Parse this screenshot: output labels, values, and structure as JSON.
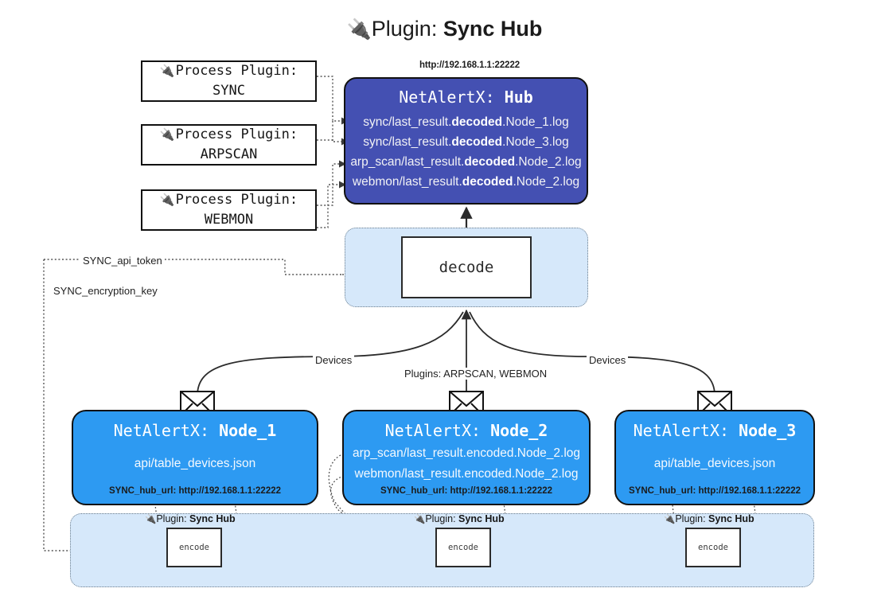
{
  "title": {
    "icon": "plug-icon",
    "prefix": "Plugin: ",
    "name": "Sync Hub"
  },
  "colors": {
    "hub_fill": "#4450b2",
    "node_fill": "#2d9af2",
    "cluster_fill": "#d6e8fa",
    "stroke": "#111111",
    "page_bg": "#ffffff"
  },
  "process_plugins": [
    {
      "icon": "plug-icon",
      "line1": "Process Plugin:",
      "line2": "SYNC"
    },
    {
      "icon": "plug-icon",
      "line1": "Process Plugin:",
      "line2": "ARPSCAN"
    },
    {
      "icon": "plug-icon",
      "line1": "Process Plugin:",
      "line2": "WEBMON"
    }
  ],
  "hub": {
    "url": "http://192.168.1.1:22222",
    "title_prefix": "NetAlertX: ",
    "title_name": "Hub",
    "logs": [
      {
        "pre": "sync/last_result.",
        "mid": "decoded",
        "post": ".Node_1.log"
      },
      {
        "pre": "sync/last_result.",
        "mid": "decoded",
        "post": ".Node_3.log"
      },
      {
        "pre": "arp_scan/last_result.",
        "mid": "decoded",
        "post": ".Node_2.log"
      },
      {
        "pre": "webmon/last_result.",
        "mid": "decoded",
        "post": ".Node_2.log"
      }
    ]
  },
  "decode": {
    "label": "decode"
  },
  "secrets": {
    "api_token": "SYNC_api_token",
    "encryption_key": "SYNC_encryption_key"
  },
  "edges": {
    "devices_left": "Devices",
    "devices_right": "Devices",
    "plugins_mid": "Plugins: ARPSCAN, WEBMON"
  },
  "nodes": [
    {
      "title_prefix": "NetAlertX: ",
      "title_name": "Node_1",
      "lines": [
        "api/table_devices.json"
      ],
      "footer": "SYNC_hub_url: http://192.168.1.1:22222",
      "mail_icon": "envelope-icon"
    },
    {
      "title_prefix": "NetAlertX: ",
      "title_name": "Node_2",
      "lines": [
        "arp_scan/last_result.encoded.Node_2.log",
        "webmon/last_result.encoded.Node_2.log"
      ],
      "footer": "SYNC_hub_url: http://192.168.1.1:22222",
      "mail_icon": "envelope-icon"
    },
    {
      "title_prefix": "NetAlertX: ",
      "title_name": "Node_3",
      "lines": [
        "api/table_devices.json"
      ],
      "footer": "SYNC_hub_url: http://192.168.1.1:22222",
      "mail_icon": "envelope-icon"
    }
  ],
  "encoders": [
    {
      "tag_prefix": "Plugin: ",
      "tag_name": "Sync Hub",
      "label": "encode",
      "icon": "plug-icon"
    },
    {
      "tag_prefix": "Plugin: ",
      "tag_name": "Sync Hub",
      "label": "encode",
      "icon": "plug-icon"
    },
    {
      "tag_prefix": "Plugin: ",
      "tag_name": "Sync Hub",
      "label": "encode",
      "icon": "plug-icon"
    }
  ]
}
